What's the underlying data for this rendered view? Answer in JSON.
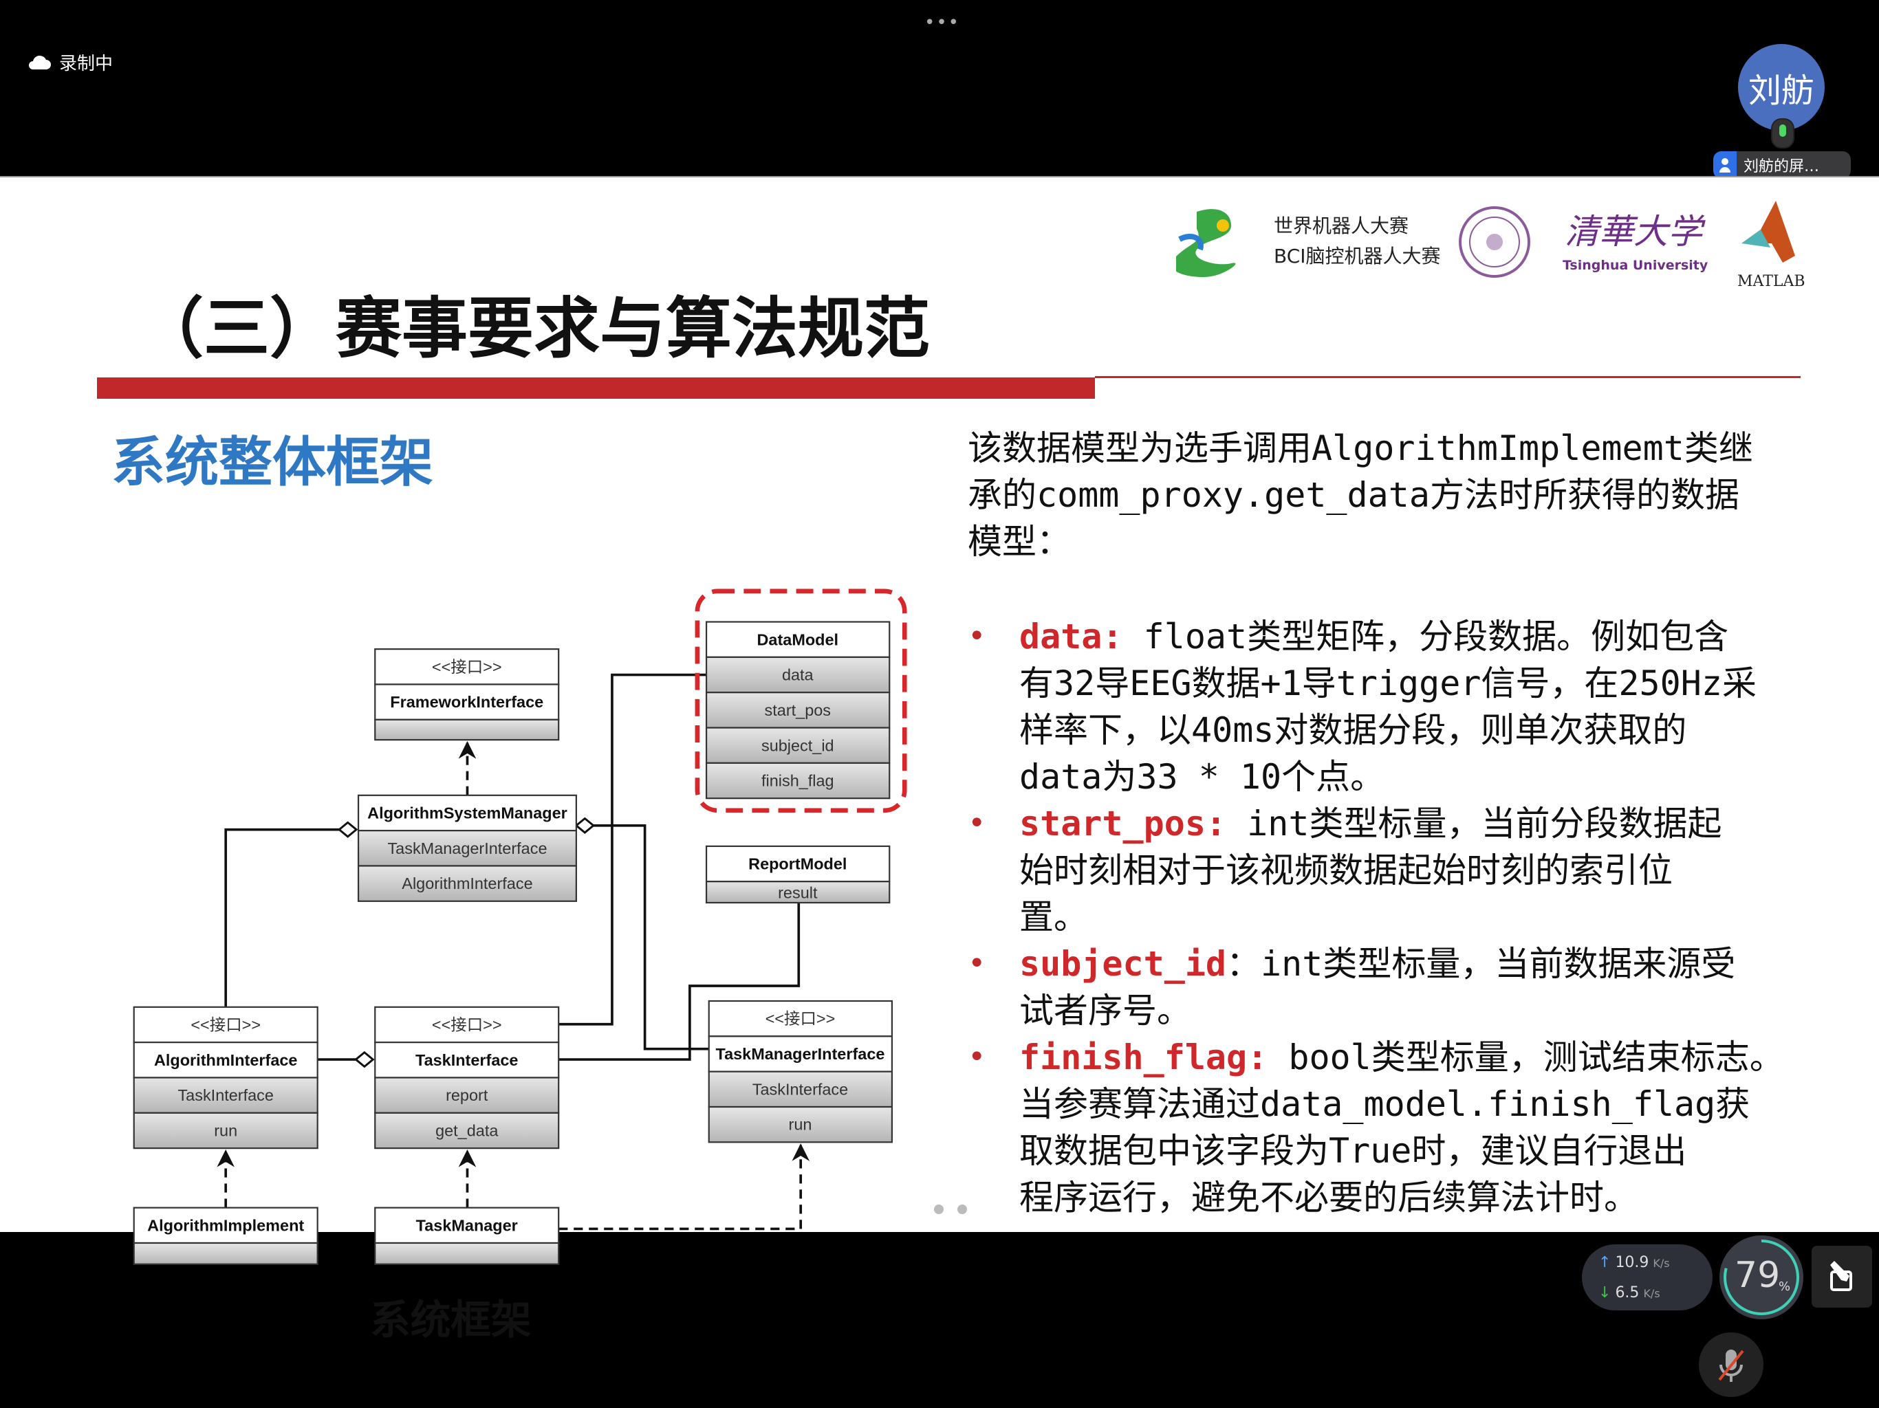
{
  "meeting": {
    "recording_label": "录制中",
    "more_dots": "•••",
    "avatar_name": "刘舫",
    "share_label": "刘舫的屏…",
    "network": {
      "upload": "10.9",
      "download": "6.5",
      "unit": "K/s"
    },
    "cpu_gauge": {
      "value": "79",
      "unit": "%",
      "percent": 79
    }
  },
  "slide": {
    "logos": {
      "wrc_line1": "世界机器人大赛",
      "wrc_line2": "BCI脑控机器人大赛",
      "tsinghua_cn": "清華大学",
      "tsinghua_en": "Tsinghua University",
      "matlab": "MATLAB"
    },
    "title": "（三）赛事要求与算法规范",
    "section": "系统整体框架",
    "diagram": {
      "stereotype": "<<接口>>",
      "framework": {
        "name": "FrameworkInterface"
      },
      "asm": {
        "name": "AlgorithmSystemManager",
        "attrs": [
          "TaskManagerInterface",
          "AlgorithmInterface"
        ]
      },
      "datamodel": {
        "name": "DataModel",
        "attrs": [
          "data",
          "start_pos",
          "subject_id",
          "finish_flag"
        ]
      },
      "reportmodel": {
        "name": "ReportModel",
        "attrs": [
          "result"
        ]
      },
      "algointerface": {
        "name": "AlgorithmInterface",
        "attrs": [
          "TaskInterface",
          "run"
        ]
      },
      "taskinterface": {
        "name": "TaskInterface",
        "attrs": [
          "report",
          "get_data"
        ]
      },
      "tmi": {
        "name": "TaskManagerInterface",
        "attrs": [
          "TaskInterface",
          "run"
        ]
      },
      "algoimpl": {
        "name": "AlgorithmImplement"
      },
      "taskmanager": {
        "name": "TaskManager"
      },
      "caption": "系统框架"
    },
    "intro": [
      "该数据模型为选手调用AlgorithmImplememt类继",
      "承的comm_proxy.get_data方法时所获得的数据",
      "模型："
    ],
    "bullets": [
      {
        "key": "data:",
        "first": " float类型矩阵，分段数据。例如包含",
        "lines": [
          "有32导EEG数据+1导trigger信号，在250Hz采",
          "样率下，以40ms对数据分段，则单次获取的",
          "data为33 * 10个点。"
        ]
      },
      {
        "key": "start_pos:",
        "first": " int类型标量，当前分段数据起",
        "lines": [
          "始时刻相对于该视频数据起始时刻的索引位",
          "置。"
        ]
      },
      {
        "key": "subject_id",
        "first": "：int类型标量，当前数据来源受",
        "lines": [
          "试者序号。"
        ]
      },
      {
        "key": "finish_flag:",
        "first": " bool类型标量，测试结束标志。",
        "lines": [
          "当参赛算法通过data_model.finish_flag获",
          "取数据包中该字段为True时，建议自行退出",
          "程序运行，避免不必要的后续算法计时。"
        ]
      }
    ],
    "bullet_symbol": "•"
  }
}
